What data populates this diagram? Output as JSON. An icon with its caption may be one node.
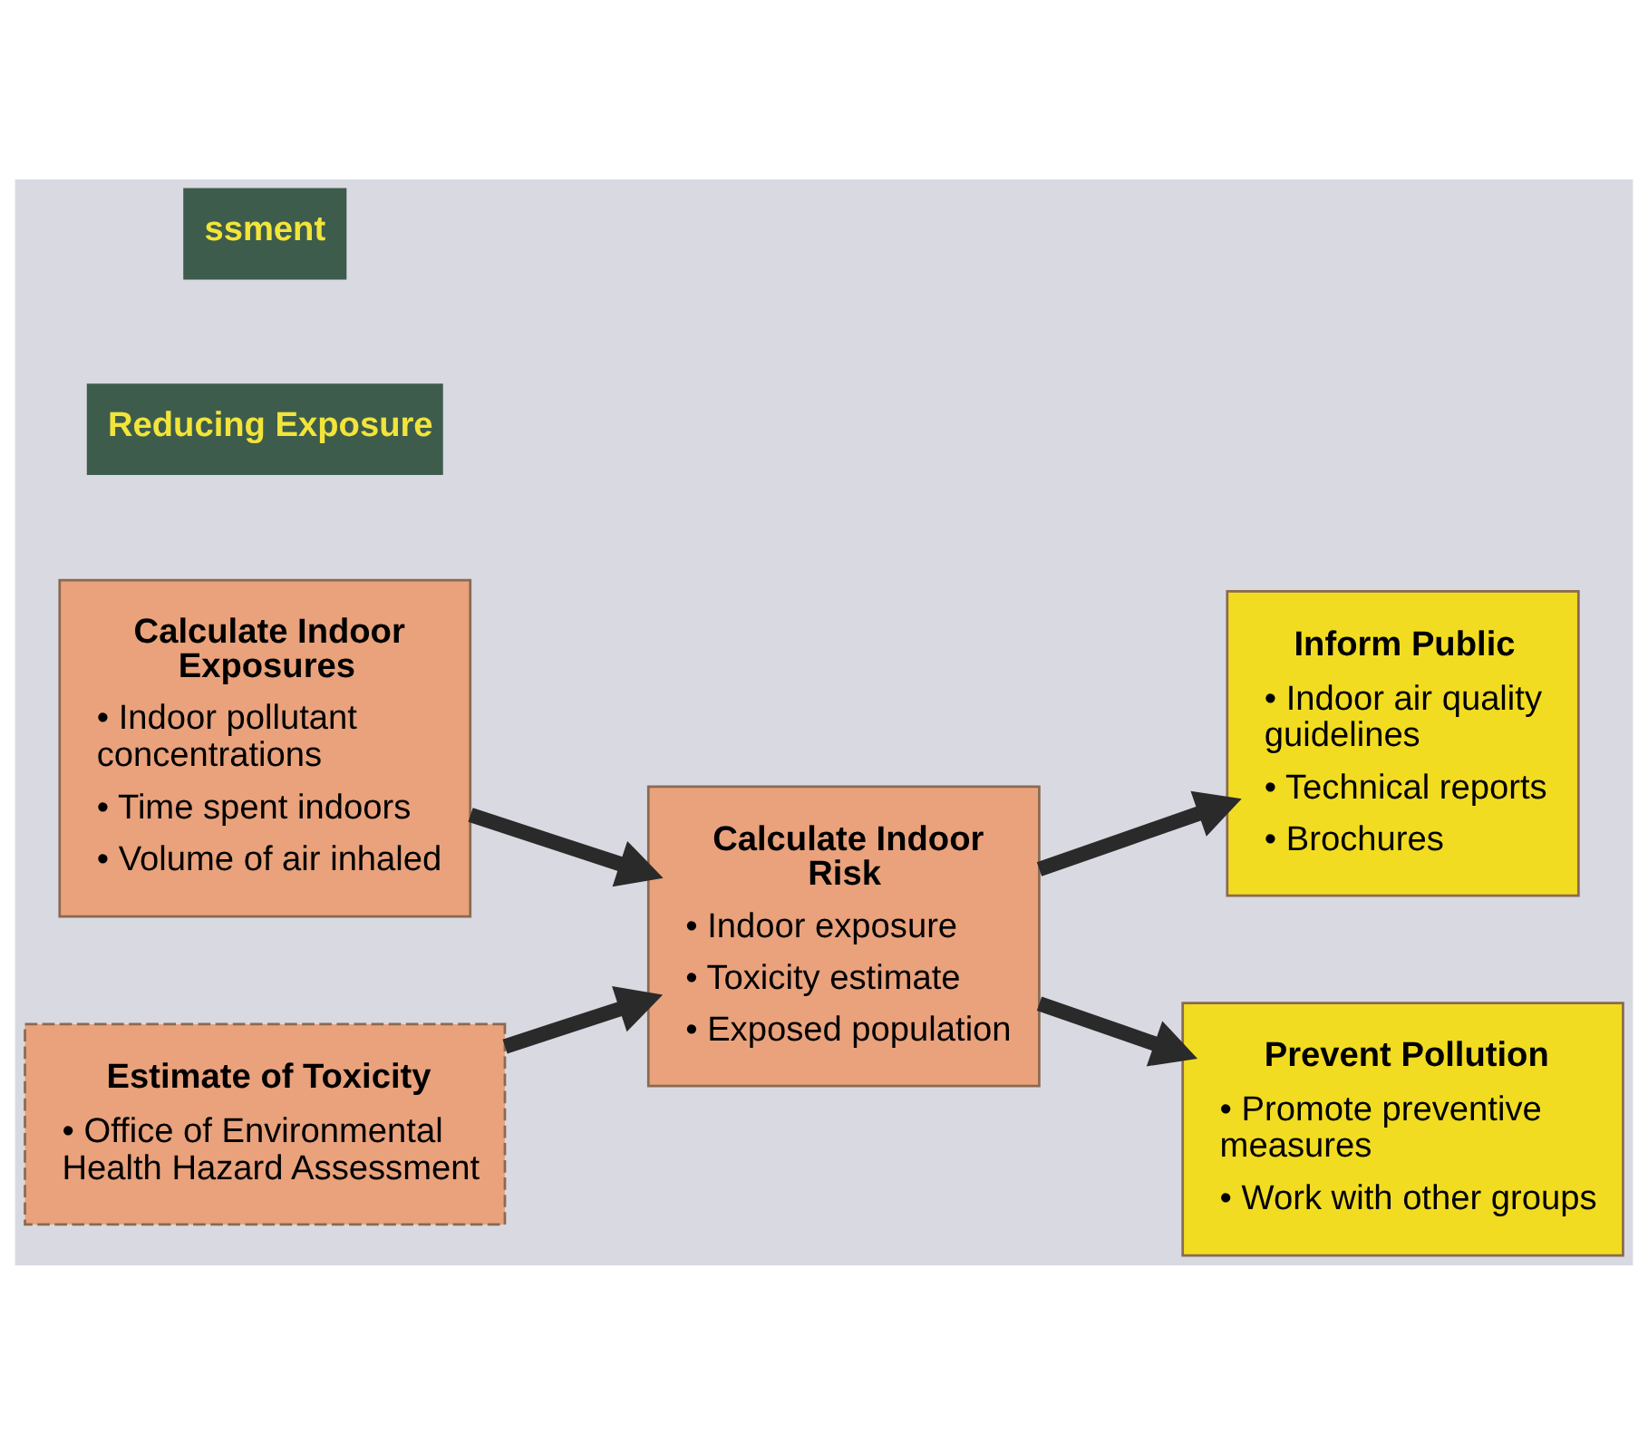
{
  "diagram": {
    "nodes": [
      {
        "text": [
          "Calculate Indoor Exposures",
          "• Indoor pollutant concentrations",
          "• Time spent indoors",
          "• Volume of air inhaled"
        ]
      },
      {
        "text": [
          "Estimate of Toxicity",
          "• Office of Environmental Health Hazard Assessment"
        ]
      },
      {
        "text": [
          "Calculate Indoor Risk",
          "• Indoor exposure",
          "• Toxicity estimate",
          "• Exposed population"
        ]
      },
      {
        "text": [
          "Inform Public",
          "• Indoor air quality guidelines",
          "• Technical reports",
          "• Brochures"
        ]
      },
      {
        "text": [
          "Prevent Pollution",
          "• Promote preventive measures",
          "• Work with other groups"
        ]
      }
    ],
    "edges": [
      {
        "from": 0,
        "to": 2,
        "arrow": "to"
      },
      {
        "from": 1,
        "to": 2,
        "arrow": "to"
      },
      {
        "from": 2,
        "to": 3,
        "arrow": "to"
      },
      {
        "from": 2,
        "to": 4,
        "arrow": "to"
      }
    ],
    "labels": [
      "ssment",
      "Reducing Exposure"
    ]
  }
}
